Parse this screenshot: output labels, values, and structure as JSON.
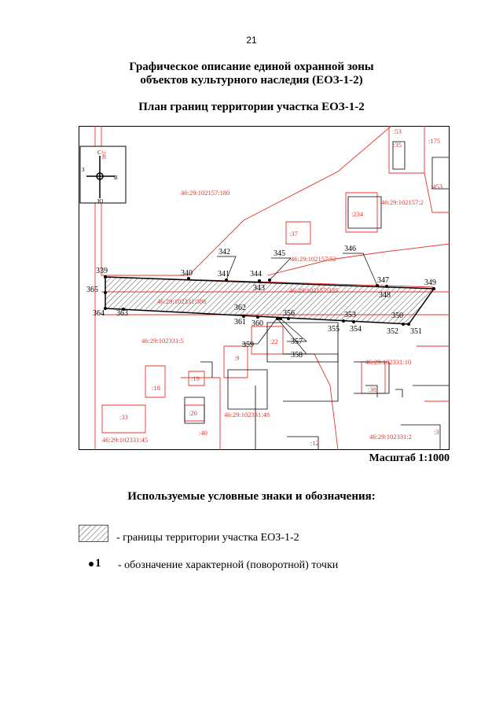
{
  "page_number": "21",
  "title_line1": "Графическое описание единой охранной зоны",
  "title_line2": "объектов культурного наследия (ЕОЗ-1-2)",
  "subtitle": "План границ территории участка ЕОЗ-1-2",
  "scale": "Масштаб 1:1000",
  "compass": {
    "north": "С",
    "south": "Ю",
    "west": "З",
    "east": "В"
  },
  "point_labels": [
    "339",
    "340",
    "341",
    "342",
    "343",
    "344",
    "345",
    "346",
    "347",
    "348",
    "349",
    "350",
    "351",
    "352",
    "353",
    "354",
    "355",
    "356",
    "357",
    "358",
    "359",
    "360",
    "361",
    "362",
    "363",
    "364",
    "365"
  ],
  "parcel_labels": [
    "46:29:102157:180",
    "46:29:102157:52",
    "46:29:102157:235",
    "46:29:102157:2",
    "46:29:102331:586",
    "46:29:102331:5",
    "46:29:102331:10",
    "46:29:102331:48",
    "46:29:102331:45",
    "46:29:102331:2",
    ":53",
    ":35",
    ":175",
    ":453",
    ":234",
    ":37",
    ":22",
    ":9",
    ":18",
    ":19",
    ":20",
    ":33",
    ":40",
    ":38",
    ":12",
    ":3",
    ":246"
  ],
  "legend": {
    "title": "Используемые условные знаки и обозначения:",
    "boundary_text": "-  границы территории участка ЕОЗ-1-2",
    "point_symbol": "1",
    "point_text": "- обозначение характерной (поворотной) точки"
  },
  "colors": {
    "parcel_line": "#e8332a",
    "boundary": "#000000",
    "hatch": "#555555"
  }
}
